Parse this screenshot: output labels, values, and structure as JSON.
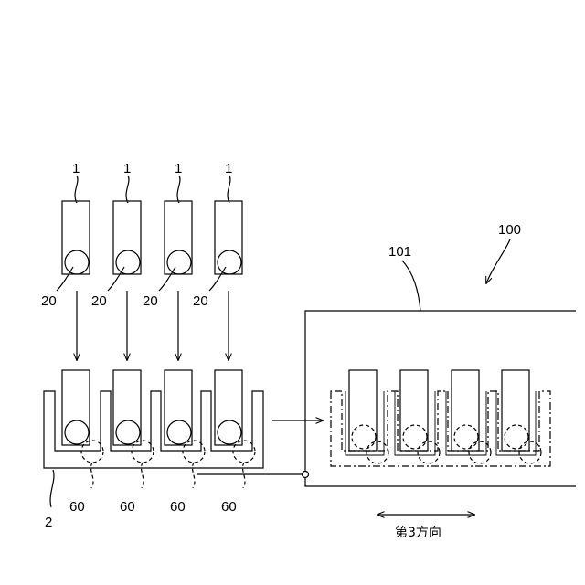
{
  "labels": {
    "element": "1",
    "ball": "20",
    "tray": "2",
    "recess": "60",
    "apparatus": "100",
    "chamber": "101",
    "direction": "第3方向"
  }
}
